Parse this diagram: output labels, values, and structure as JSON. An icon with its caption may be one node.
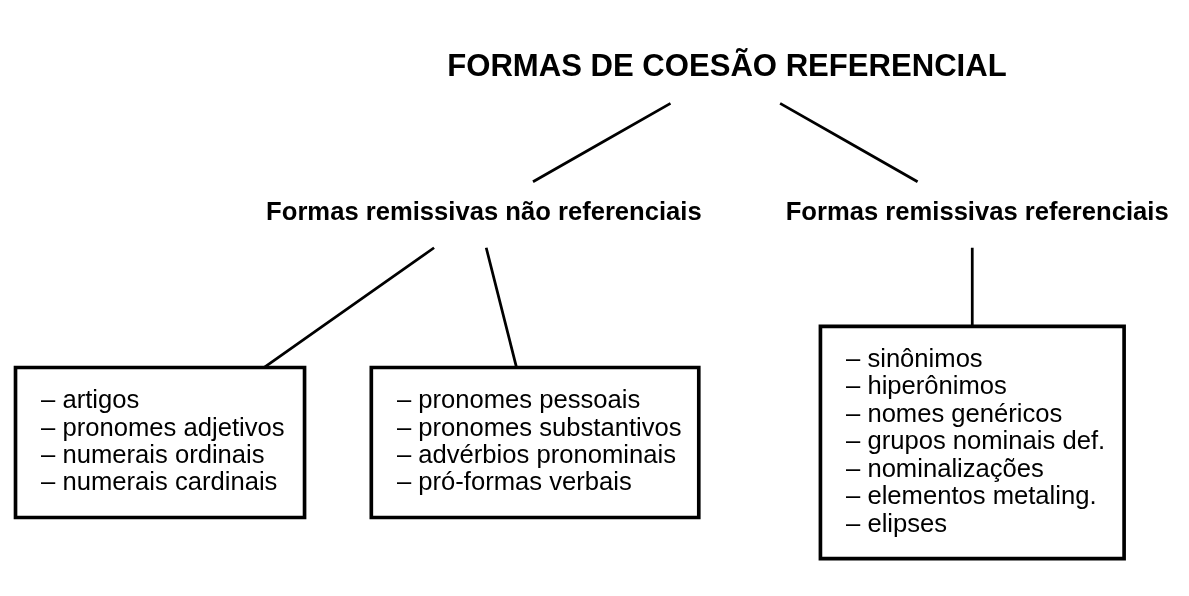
{
  "diagram": {
    "nodes": [
      {
        "text": [
          "FORMAS DE COESÃO REFERENCIAL"
        ]
      },
      {
        "text": [
          "Formas remissivas não referenciais"
        ]
      },
      {
        "text": [
          "Formas remissivas referenciais"
        ]
      },
      {
        "text": [
          "– artigos",
          "– pronomes adjetivos",
          "– numerais ordinais",
          "– numerais cardinais"
        ]
      },
      {
        "text": [
          "– pronomes pessoais",
          "– pronomes substantivos",
          "– advérbios pronominais",
          "– pró-formas verbais"
        ]
      },
      {
        "text": [
          "– sinônimos",
          "– hiperônimos",
          "– nomes genéricos",
          "– grupos nominais def.",
          "– nominalizações",
          "– elementos metaling.",
          "– elipses"
        ]
      }
    ],
    "edges": [
      {
        "from": 0,
        "to": 1,
        "arrow": "none"
      },
      {
        "from": 0,
        "to": 2,
        "arrow": "none"
      },
      {
        "from": 1,
        "to": 3,
        "arrow": "none"
      },
      {
        "from": 1,
        "to": 4,
        "arrow": "none"
      },
      {
        "from": 2,
        "to": 5,
        "arrow": "none"
      }
    ]
  }
}
